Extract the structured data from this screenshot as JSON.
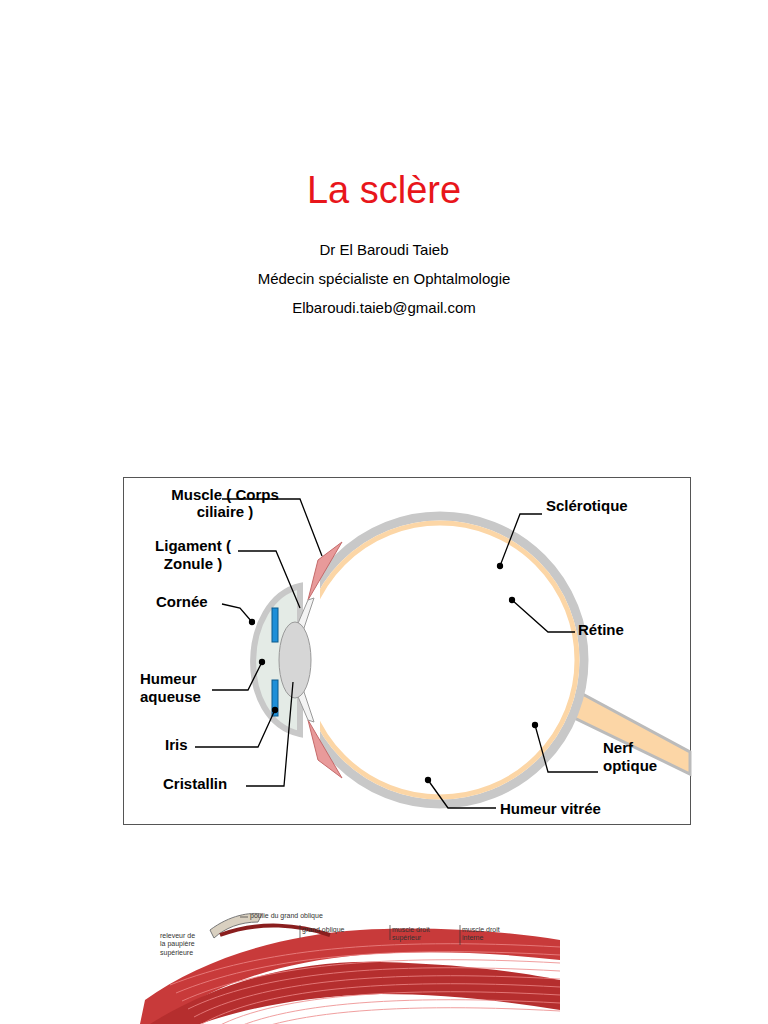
{
  "diagram": {
    "title": "La sclère",
    "labels": [
      "Dr El Baroudi Taieb",
      "Médecin spécialiste en Ophtalmologie",
      "Elbaroudi.taieb@gmail.com",
      "Muscle ( Corps ciliaire )",
      "Ligament ( Zonule )",
      "Cornée",
      "Humeur aqueuse",
      "Iris",
      "Cristallin",
      "Sclérotique",
      "Rétine",
      "Nerf optique",
      "Humeur vitrée",
      "poulie du grand oblique",
      "grand oblique",
      "muscle droit supérieur",
      "muscle droit interne",
      "releveur de la paupière supérieure"
    ]
  }
}
